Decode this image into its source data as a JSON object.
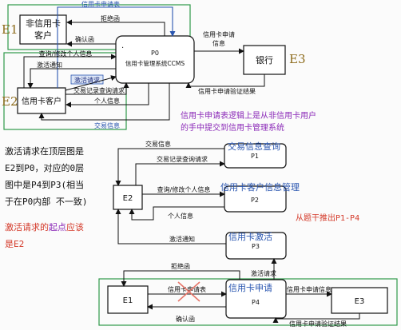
{
  "colors": {
    "line": "#111111",
    "green": "#2e9a4a",
    "blue": "#2a56b0",
    "navy": "#1f2f7f",
    "red": "#d43a2a",
    "purple": "#8b2ab8",
    "olive": "#8c6a1a",
    "cross": "#e6766a"
  },
  "top": {
    "e1": "E1",
    "e2": "E2",
    "e3": "E3",
    "noncard_l1": "非信用卡",
    "noncard_l2": "客户",
    "card_customer": "信用卡客户",
    "bank": "银行",
    "p0_id": "P0",
    "p0_name": "信用卡管理系统CCMS",
    "p0_dot": ".",
    "apply_request": "信用卡申请表",
    "reject": "拒绝函",
    "confirm": "确认函",
    "query_modify": "查询/修改个人信息",
    "activation_notice": "激活通知",
    "activation_request": "激活请求",
    "txn_record_query": "交易记录查询请求",
    "personal_info": "个人信息",
    "txn_info": "交易信息",
    "apply_info_l1": "信用卡申请",
    "apply_info_l2": "信息",
    "verify_result": "信用卡申请验证结果"
  },
  "notes": {
    "purple_l1": "信用卡申请表逻辑上是从非信用卡用户",
    "purple_l2": "的手中提交到信用卡管理系统",
    "black_l1": "激活请求在顶层图是",
    "black_l2": "E2到P0，对应的0层",
    "black_l3": "图中是P4到P3(相当",
    "black_l4": "于在P0内部 不一致)",
    "red_prefix": "激活请求的",
    "red_mid": "起点",
    "red_suffix": "应该",
    "red_l2": "是E2",
    "infer": "从题干推出P1-P4"
  },
  "bottom": {
    "e2": "E2",
    "e1": "E1",
    "e3": "E3",
    "p1": "P1",
    "p2": "P2",
    "p3": "P3",
    "p4": "P4",
    "hw_p1": "交易信息查询",
    "hw_p2": "信用卡客户信息管理",
    "hw_p3": "信用卡激活",
    "hw_p4": "信用卡申请",
    "txn_info": "交易信息",
    "txn_record_query": "交易记录查询请求",
    "query_modify": "查询/修改个人信息",
    "personal_info": "个人信息",
    "activation_notice": "激活通知",
    "reject": "拒绝函",
    "activation_request": "激活请求",
    "apply_request": "信用卡申请表",
    "confirm": "确认函",
    "apply_info": "信用卡申请信息",
    "verify_result": "信用卡申请验证结果"
  }
}
